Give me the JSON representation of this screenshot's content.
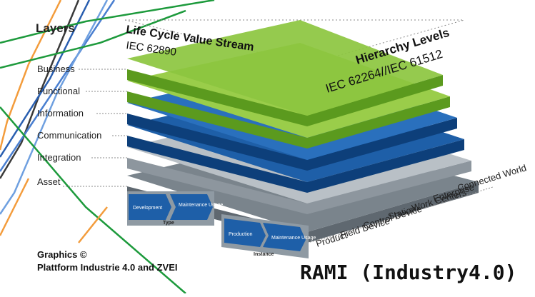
{
  "layers_heading": "Layers",
  "layers": [
    "Business",
    "Functional",
    "Information",
    "Communication",
    "Integration",
    "Asset"
  ],
  "life_cycle": {
    "title": "Life Cycle Value Stream",
    "standard": "IEC 62890"
  },
  "hierarchy": {
    "title": "Hierarchy Levels",
    "standard": "IEC 62264//IEC 61512"
  },
  "hierarchy_levels": [
    "Connected World",
    "Enterprise",
    "Work Centers",
    "Station",
    "Control Device",
    "Field Device",
    "Product"
  ],
  "type_group": {
    "label": "Type",
    "development": "Development",
    "maintenance_usage": "Maintenance Usage"
  },
  "instance_group": {
    "label": "Instance",
    "production": "Production",
    "maintenance_usage": "Maintenance Usage"
  },
  "credit": {
    "line1": "Graphics ©",
    "line2": "Plattform Industrie 4.0 and ZVEI"
  },
  "title": "RAMI (Industry4.0)",
  "colors": {
    "green": "#8cc63f",
    "dark_green": "#5b9a1e",
    "blue": "#1e5fa8",
    "dark_blue": "#0d3f7a",
    "grey": "#a9b1b8",
    "dark_grey": "#5f6870"
  }
}
